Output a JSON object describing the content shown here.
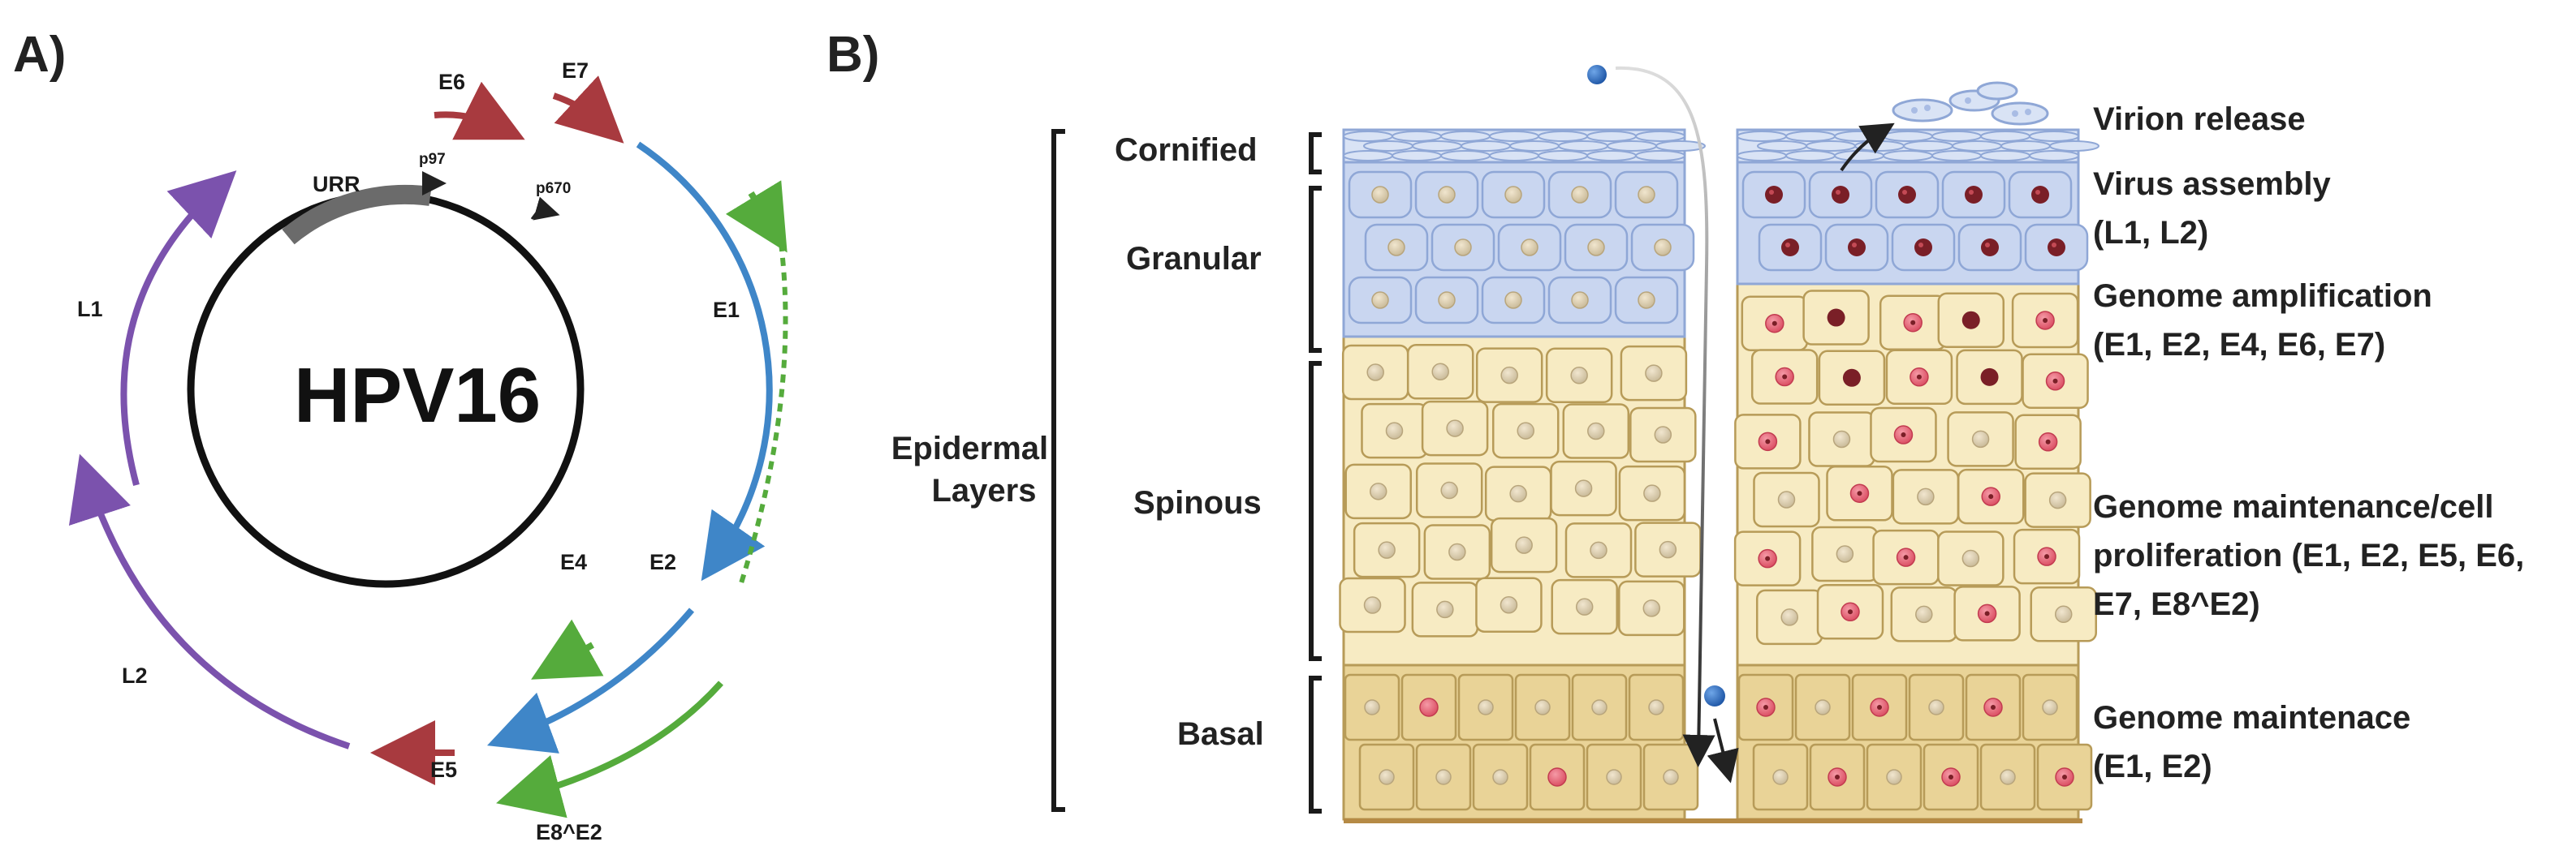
{
  "panel_a": {
    "label": "A)",
    "genome_name": "HPV16",
    "regions": {
      "urr": "URR",
      "p97": "p97",
      "p670": "p670"
    },
    "genes": {
      "e6": "E6",
      "e7": "E7",
      "e1": "E1",
      "e2": "E2",
      "e4": "E4",
      "e5": "E5",
      "e8e2": "E8^E2",
      "l1": "L1",
      "l2": "L2"
    },
    "colors": {
      "early_red": "#a83a3f",
      "blue": "#3f86c8",
      "green": "#55ab3c",
      "purple": "#7b52ad",
      "urr": "#6b6b6b"
    }
  },
  "panel_b": {
    "label": "B)",
    "group_label": [
      "Epidermal",
      "Layers"
    ],
    "layers": {
      "cornified": "Cornified",
      "granular": "Granular",
      "spinous": "Spinous",
      "basal": "Basal"
    },
    "stages": {
      "virion_release": [
        "Virion release"
      ],
      "virus_assembly": [
        "Virus assembly",
        "(L1, L2)"
      ],
      "genome_amplification": [
        "Genome amplification",
        "(E1, E2, E4, E6, E7)"
      ],
      "genome_maintenance_proliferation": [
        "Genome maintenance/cell",
        "proliferation (E1, E2, E5, E6,",
        "E7, E8^E2)"
      ],
      "genome_maintenance_basal": [
        "Genome maintenace",
        "(E1, E2)"
      ]
    },
    "colors": {
      "cornified": "#d9e3f5",
      "granular": "#c9d6f0",
      "spinous": "#f7ebc3",
      "basal": "#e9d397",
      "cell_border": "#b79b58",
      "virion": "#2f6fc0",
      "infected_nucleus": "#e0566a",
      "assembled_virus": "#7a1f27"
    }
  }
}
